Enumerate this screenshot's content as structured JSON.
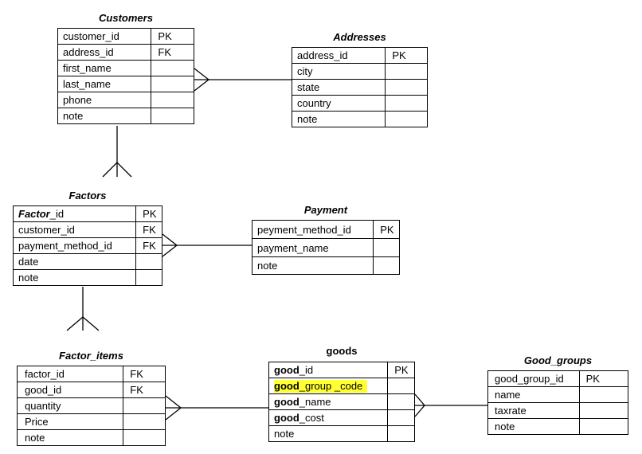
{
  "entities": {
    "customers": {
      "title": "Customers",
      "rows": [
        {
          "field": "customer_id",
          "key": "PK"
        },
        {
          "field": "address_id",
          "key": "FK"
        },
        {
          "field": "first_name",
          "key": ""
        },
        {
          "field": "last_name",
          "key": ""
        },
        {
          "field": "phone",
          "key": ""
        },
        {
          "field": "note",
          "key": ""
        }
      ]
    },
    "addresses": {
      "title": "Addresses",
      "rows": [
        {
          "field": "address_id",
          "key": "PK"
        },
        {
          "field": "city",
          "key": ""
        },
        {
          "field": "state",
          "key": ""
        },
        {
          "field": "country",
          "key": ""
        },
        {
          "field": "note",
          "key": ""
        }
      ]
    },
    "factors": {
      "title": "Factors",
      "rows": [
        {
          "field_bold": "Factor",
          "field": "_id",
          "key": "PK"
        },
        {
          "field": "customer_id",
          "key": "FK"
        },
        {
          "field": "payment_method_id",
          "key": "FK"
        },
        {
          "field": "date",
          "key": ""
        },
        {
          "field": "note",
          "key": ""
        }
      ]
    },
    "payment": {
      "title": "Payment",
      "rows": [
        {
          "field": "peyment_method_id",
          "key": "PK"
        },
        {
          "field": "payment_name",
          "key": ""
        },
        {
          "field": "note",
          "key": ""
        }
      ]
    },
    "factor_items": {
      "title": "Factor_items",
      "rows": [
        {
          "field": "factor_id",
          "key": "FK"
        },
        {
          "field": "good_id",
          "key": "FK"
        },
        {
          "field": "quantity",
          "key": ""
        },
        {
          "field": "Price",
          "key": ""
        },
        {
          "field": "note",
          "key": ""
        }
      ]
    },
    "goods": {
      "title": "goods",
      "highlight": "#ffff33",
      "rows": [
        {
          "field_bold": "good",
          "field": "_id",
          "key": "PK"
        },
        {
          "field_bold": "good",
          "field": "_group _code",
          "key": ""
        },
        {
          "field_bold": "good",
          "field": "_name",
          "key": ""
        },
        {
          "field_bold": "good",
          "field": "_cost",
          "key": ""
        },
        {
          "field": "note",
          "key": ""
        }
      ]
    },
    "good_groups": {
      "title": "Good_groups",
      "rows": [
        {
          "field": "good_group_id",
          "key": "PK"
        },
        {
          "field": "name",
          "key": ""
        },
        {
          "field": "taxrate",
          "key": ""
        },
        {
          "field": "note",
          "key": ""
        }
      ]
    }
  }
}
